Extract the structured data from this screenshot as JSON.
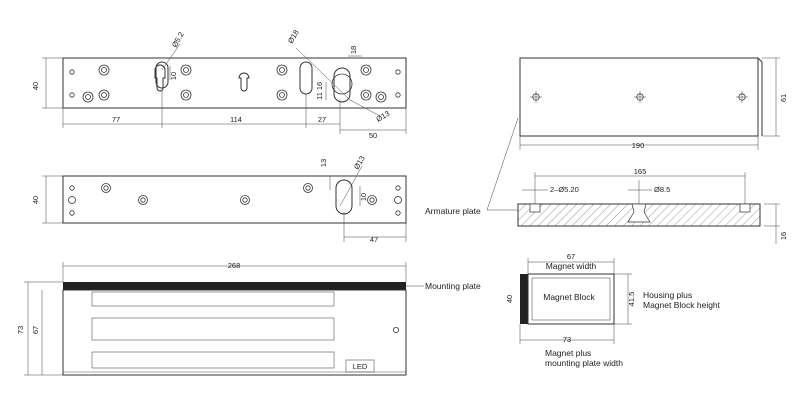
{
  "top_view": {
    "height": "40",
    "slot_dia": "Ø5.2",
    "slot_width": "10",
    "hole_dia_18": "Ø18",
    "dim_18": "18",
    "hole_dia_13": "Ø13",
    "dim_11": "11",
    "dim_16": "16",
    "dim_77": "77",
    "dim_114": "114",
    "dim_27": "27",
    "dim_50": "50"
  },
  "middle_view": {
    "height": "40",
    "dim_13": "13",
    "hole_dia_13": "Ø13",
    "dim_10": "10",
    "dim_47": "47"
  },
  "front_view": {
    "length": "268",
    "height_outer": "73",
    "height_inner": "67",
    "mounting_plate_label": "Mounting plate",
    "led_label": "LED"
  },
  "armature_top": {
    "length": "190",
    "height": "61"
  },
  "armature_side": {
    "label": "Armature plate",
    "dim_165": "165",
    "holes_label": "2–Ø5.20",
    "center_hole": "Ø8.5",
    "thickness": "16"
  },
  "section": {
    "magnet_width_value": "67",
    "magnet_width_label": "Magnet width",
    "magnet_block_label": "Magnet Block",
    "plate_value": "40",
    "height_value": "41.5",
    "height_label_1": "Housing plus",
    "height_label_2": "Magnet Block height",
    "total_width_value": "73",
    "total_width_label_1": "Magnet plus",
    "total_width_label_2": "mounting plate width"
  }
}
